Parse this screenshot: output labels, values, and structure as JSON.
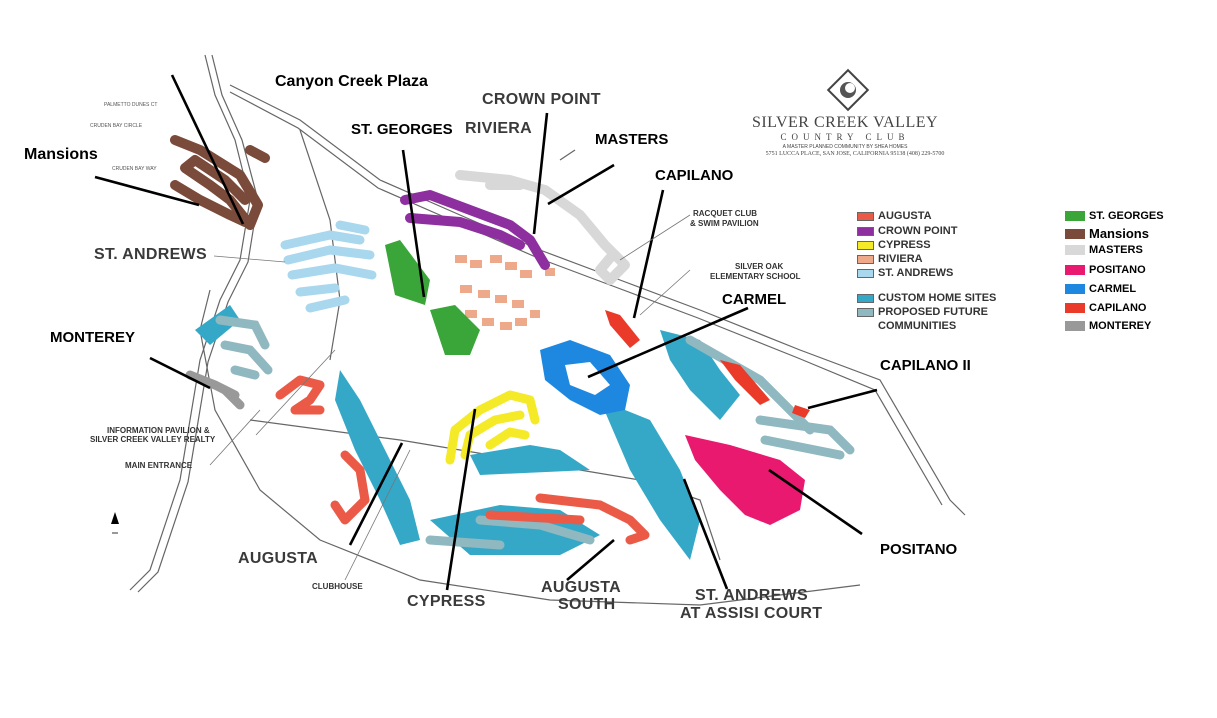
{
  "colors": {
    "augusta": "#ea5a47",
    "crown_point": "#8e2fa0",
    "cypress": "#f4ea27",
    "riviera": "#eea88a",
    "st_andrews": "#a8d7ee",
    "custom_home_sites": "#35a8c8",
    "proposed_future": "#8fb8c0",
    "st_georges": "#3aa63a",
    "mansions": "#7a4a3a",
    "masters": "#d8d8d8",
    "positano": "#e8196e",
    "carmel": "#1e88e0",
    "capilano": "#ea3a2a",
    "monterey": "#999999"
  },
  "brand": {
    "name": "SILVER CREEK VALLEY",
    "sub": "COUNTRY CLUB",
    "tagline": "A MASTER PLANNED COMMUNITY BY SHEA HOMES",
    "address": "5751 LUCCA PLACE, SAN JOSE, CALIFORNIA 95138  (408) 229-5700"
  },
  "labels": {
    "canyon_creek_plaza": "Canyon Creek Plaza",
    "mansions": "Mansions",
    "crown_point": "CROWN POINT",
    "riviera": "RIVIERA",
    "st_georges": "ST. GEORGES",
    "masters": "MASTERS",
    "capilano": "CAPILANO",
    "st_andrews": "ST. ANDREWS",
    "racquet_club": "RACQUET CLUB",
    "swim_pavilion": "& SWIM PAVILION",
    "silver_oak": "SILVER OAK",
    "elementary": "ELEMENTARY SCHOOL",
    "carmel": "CARMEL",
    "monterey": "MONTEREY",
    "capilano_ii": "CAPILANO II",
    "info_pavilion": "INFORMATION PAVILION &",
    "realty": "SILVER CREEK VALLEY REALTY",
    "main_entrance": "MAIN ENTRANCE",
    "positano": "POSITANO",
    "augusta": "AUGUSTA",
    "clubhouse": "CLUBHOUSE",
    "cypress": "CYPRESS",
    "augusta_south_1": "AUGUSTA",
    "augusta_south_2": "SOUTH",
    "st_andrews_assisi_1": "ST. ANDREWS",
    "st_andrews_assisi_2": "AT ASSISI COURT",
    "palmetto": "PALMETTO DUNES CT",
    "cruden_bay_circle": "CRUDEN BAY CIRCLE",
    "cruden_bay_way": "CRUDEN BAY WAY"
  },
  "legend_main": [
    {
      "label": "AUGUSTA",
      "color": "#ea5a47"
    },
    {
      "label": "CROWN POINT",
      "color": "#8e2fa0"
    },
    {
      "label": "CYPRESS",
      "color": "#f4ea27"
    },
    {
      "label": "RIVIERA",
      "color": "#eea88a"
    },
    {
      "label": "ST. ANDREWS",
      "color": "#a8d7ee"
    },
    {
      "label": "CUSTOM HOME SITES",
      "color": "#35a8c8"
    },
    {
      "label": "PROPOSED FUTURE",
      "color": "#8fb8c0"
    },
    {
      "label": "COMMUNITIES",
      "color": ""
    }
  ],
  "legend_side": [
    {
      "label": "ST. GEORGES",
      "color": "#3aa63a"
    },
    {
      "label": "Mansions",
      "color": "#7a4a3a"
    },
    {
      "label": "MASTERS",
      "color": "#d8d8d8"
    },
    {
      "label": "POSITANO",
      "color": "#e8196e"
    },
    {
      "label": "CARMEL",
      "color": "#1e88e0"
    },
    {
      "label": "CAPILANO",
      "color": "#ea3a2a"
    },
    {
      "label": "MONTEREY",
      "color": "#999999"
    }
  ]
}
